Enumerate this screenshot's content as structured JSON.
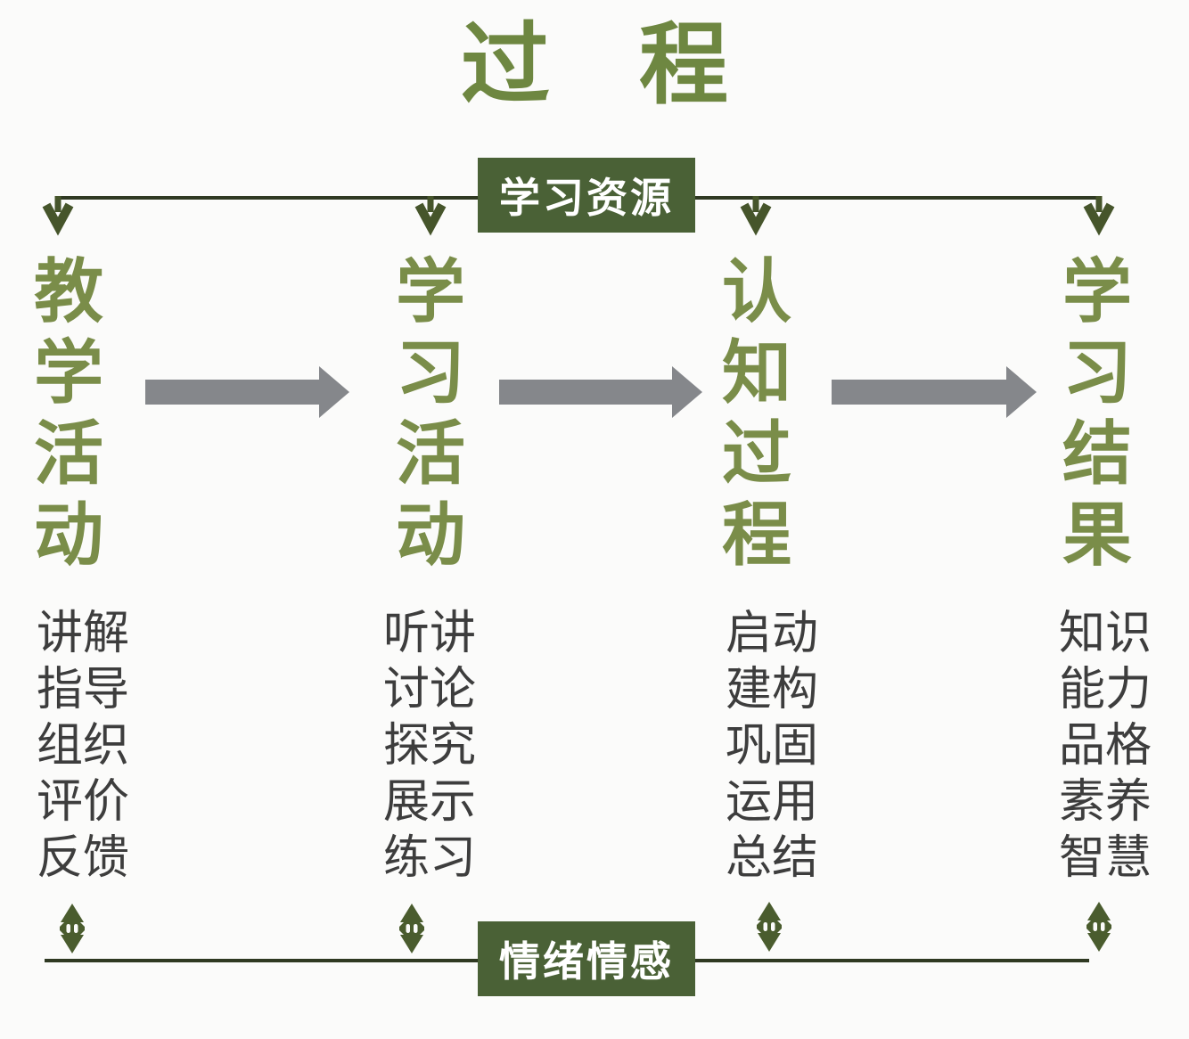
{
  "title": "过　程",
  "resource_label": "学习资源",
  "emotion_label": "情绪情感",
  "columns": [
    {
      "title": "教学活动",
      "items": [
        "讲解",
        "指导",
        "组织",
        "评价",
        "反馈"
      ]
    },
    {
      "title": "学习活动",
      "items": [
        "听讲",
        "讨论",
        "探究",
        "展示",
        "练习"
      ]
    },
    {
      "title": "认知过程",
      "items": [
        "启动",
        "建构",
        "巩固",
        "运用",
        "总结"
      ]
    },
    {
      "title": "学习结果",
      "items": [
        "知识",
        "能力",
        "品格",
        "素养",
        "智慧"
      ]
    }
  ],
  "colors": {
    "background": "#fbfbfa",
    "title_green": "#6e8741",
    "column_title_green": "#7a8d49",
    "label_box_green": "#4a6136",
    "label_text": "#ffffff",
    "list_text": "#3d3d3d",
    "connector_line": "#2f3922",
    "connector_arrow": "#46552b",
    "flow_arrow_gray": "#85878b"
  }
}
